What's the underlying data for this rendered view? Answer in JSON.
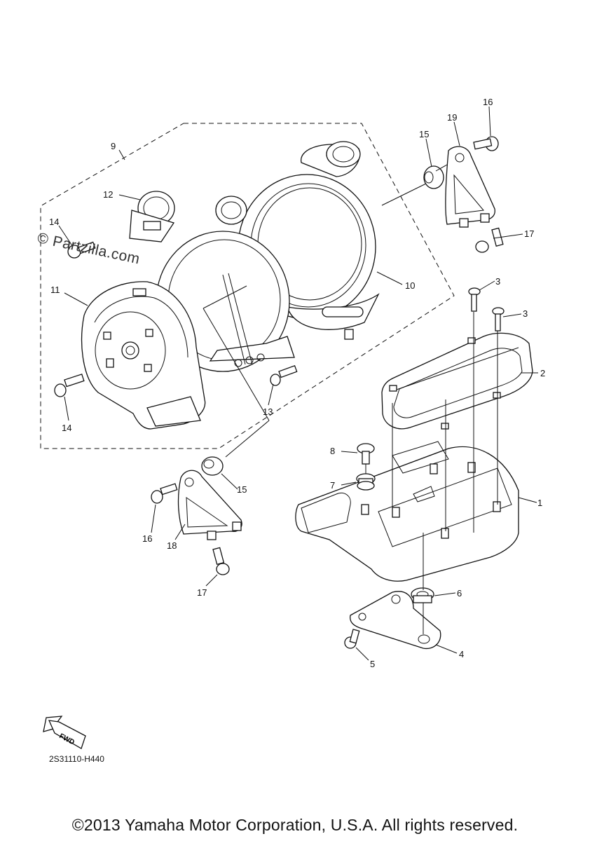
{
  "watermark": "© Partzilla.com",
  "diagram_code": "2S31110-H440",
  "copyright": "©2013 Yamaha Motor Corporation, U.S.A. All rights reserved.",
  "fwd_label": "FWD",
  "callouts": {
    "c1": "1",
    "c2": "2",
    "c3a": "3",
    "c3b": "3",
    "c4": "4",
    "c5": "5",
    "c6": "6",
    "c7": "7",
    "c8": "8",
    "c9": "9",
    "c10": "10",
    "c11": "11",
    "c12": "12",
    "c13": "13",
    "c14a": "14",
    "c14b": "14",
    "c15a": "15",
    "c15b": "15",
    "c16a": "16",
    "c16b": "16",
    "c17a": "17",
    "c17b": "17",
    "c18": "18",
    "c19": "19"
  }
}
